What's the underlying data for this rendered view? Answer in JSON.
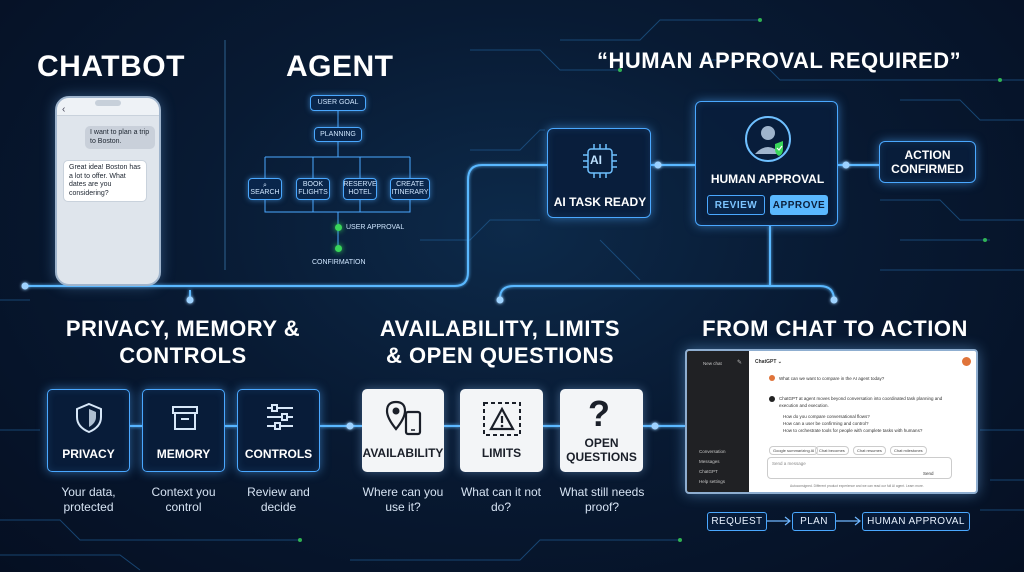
{
  "sections": {
    "chatbot": "CHATBOT",
    "agent": "AGENT",
    "approval_quote": "“HUMAN APPROVAL REQUIRED”",
    "privacy_title_l1": "PRIVACY, MEMORY &",
    "privacy_title_l2": "CONTROLS",
    "availability_title_l1": "AVAILABILITY, LIMITS",
    "availability_title_l2": "& OPEN QUESTIONS",
    "chat_to_action": "FROM CHAT TO ACTION"
  },
  "phone": {
    "user_msg": "I want to plan a trip to Boston.",
    "bot_msg": "Great idea! Boston has a lot to offer. What dates are you considering?"
  },
  "agent_flow": {
    "user_goal": "USER GOAL",
    "planning": "PLANNING",
    "search": "SEARCH",
    "book_flights": "BOOK FLIGHTS",
    "reserve_hotel": "RESERVE HOTEL",
    "create_itinerary": "CREATE ITINERARY",
    "user_approval": "USER APPROVAL",
    "confirmation": "CONFIRMATION"
  },
  "approval_chain": {
    "ai_badge": "AI",
    "ai_task_ready": "AI TASK READY",
    "human_approval": "HUMAN APPROVAL",
    "review": "REVIEW",
    "approve": "APPROVE",
    "action_confirmed_l1": "ACTION",
    "action_confirmed_l2": "CONFIRMED"
  },
  "features": [
    {
      "label": "PRIVACY",
      "caption_l1": "Your data,",
      "caption_l2": "protected"
    },
    {
      "label": "MEMORY",
      "caption_l1": "Context you",
      "caption_l2": "control"
    },
    {
      "label": "CONTROLS",
      "caption_l1": "Review and",
      "caption_l2": "decide"
    }
  ],
  "questions": [
    {
      "label_l1": "AVAILABILITY",
      "label_l2": "",
      "caption_l1": "Where can you",
      "caption_l2": "use it?"
    },
    {
      "label_l1": "LIMITS",
      "label_l2": "",
      "caption_l1": "What can it not",
      "caption_l2": "do?"
    },
    {
      "label_l1": "OPEN",
      "label_l2": "QUESTIONS",
      "caption_l1": "What still needs",
      "caption_l2": "proof?"
    }
  ],
  "chat_window": {
    "new_chat": "New chat",
    "app_name": "ChatGPT ⌄",
    "user_question": "What can we want to compare in the AI agent today?",
    "answer_l1": "ChatGPT at agent moves beyond conversation into coordinated task planning and",
    "answer_l2": "execution and execution.",
    "bullet1": "How do you compare conversational flows?",
    "bullet2": "How can a user be confirming and control?",
    "bullet3": "How to orchestrate tools for people with complete tasks with humans?",
    "chips": [
      "Google summarizing AI",
      "Chat becomes",
      "Chat resumes",
      "Chat milestones"
    ],
    "composer_placeholder": "Send a message",
    "send": "Send",
    "sidebar_items": [
      "Conversation",
      "Messages",
      "ChatGPT",
      "Help settings"
    ],
    "footer": "Autoconsigned. Different product experience and we can read our full AI agent. Learn more."
  },
  "bottom_flow": [
    "REQUEST",
    "PLAN",
    "HUMAN APPROVAL"
  ],
  "colors": {
    "accent": "#4aa8ff",
    "approve": "#5ab8ff",
    "green": "#39d65a",
    "background": "#081a33"
  }
}
